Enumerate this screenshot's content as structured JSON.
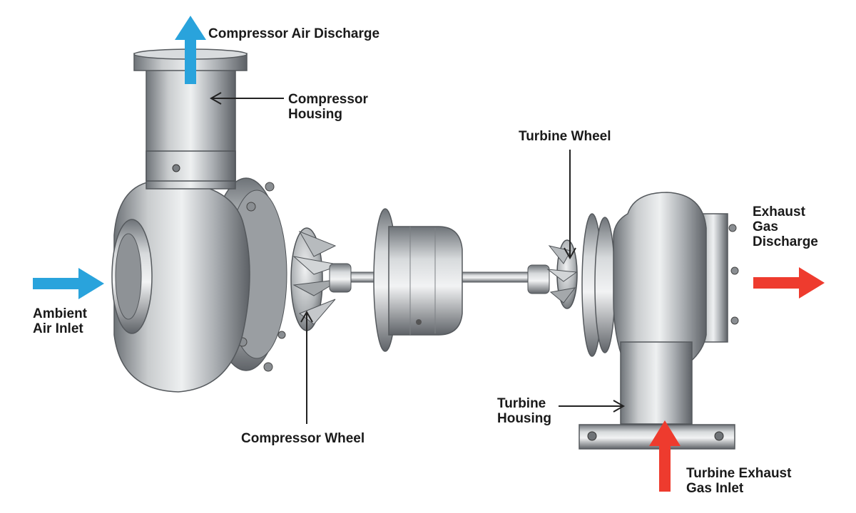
{
  "labels": {
    "compressor_air_discharge": "Compressor Air Discharge",
    "compressor_housing": [
      "Compressor",
      "Housing"
    ],
    "turbine_wheel": "Turbine Wheel",
    "exhaust_gas_discharge": [
      "Exhaust",
      "Gas",
      "Discharge"
    ],
    "ambient_air_inlet": [
      "Ambient",
      "Air Inlet"
    ],
    "compressor_wheel": "Compressor Wheel",
    "turbine_housing": [
      "Turbine",
      "Housing"
    ],
    "turbine_exhaust_gas_inlet": [
      "Turbine Exhaust",
      "Gas Inlet"
    ]
  },
  "colors": {
    "cold_air_arrow": "#29a3dc",
    "hot_gas_arrow": "#ee3b2e",
    "label_text": "#1a1a1a",
    "leader_line": "#222222"
  },
  "icons": {
    "flow_arrow": "arrow-icon"
  }
}
